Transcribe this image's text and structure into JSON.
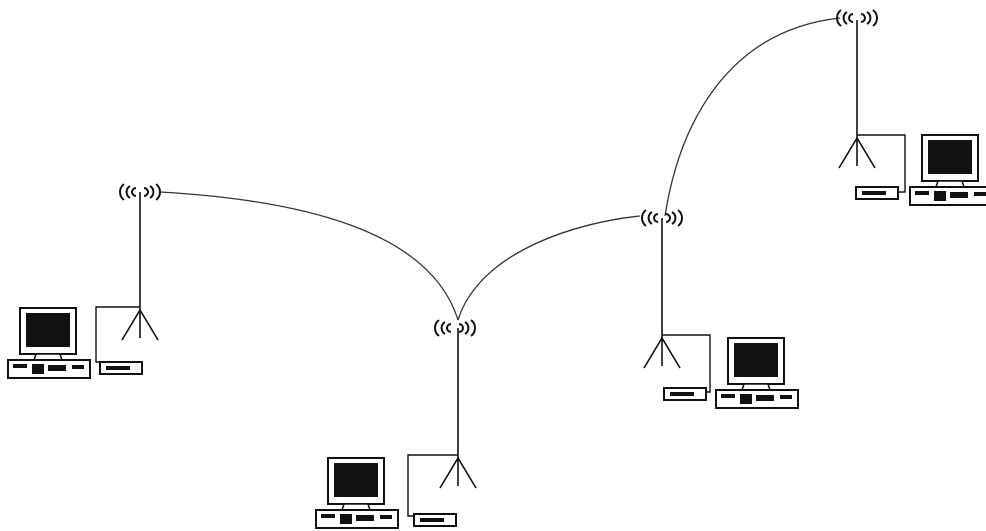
{
  "diagram": {
    "stations": [
      {
        "name": "station-left"
      },
      {
        "name": "station-bottom-center"
      },
      {
        "name": "station-right-middle"
      },
      {
        "name": "station-top-right"
      }
    ],
    "links": [
      {
        "from": "station-left",
        "to": "station-bottom-center"
      },
      {
        "from": "station-bottom-center",
        "to": "station-right-middle"
      },
      {
        "from": "station-right-middle",
        "to": "station-top-right"
      }
    ],
    "colors": {
      "line": "#1a1a1a",
      "screen": "#111111",
      "background": "#ffffff"
    },
    "icons": [
      "antenna-icon",
      "signal-waves-icon",
      "computer-icon",
      "radio-modem-icon"
    ]
  }
}
